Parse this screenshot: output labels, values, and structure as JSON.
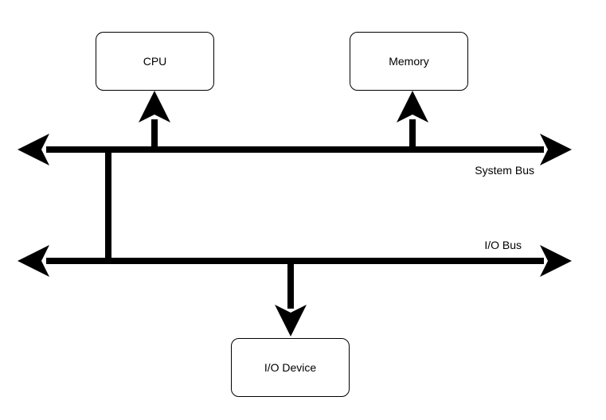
{
  "nodes": {
    "cpu": "CPU",
    "memory": "Memory",
    "io_device": "I/O Device"
  },
  "buses": {
    "system_bus": "System Bus",
    "io_bus": "I/O Bus"
  },
  "colors": {
    "stroke": "#000000",
    "background": "#ffffff"
  }
}
